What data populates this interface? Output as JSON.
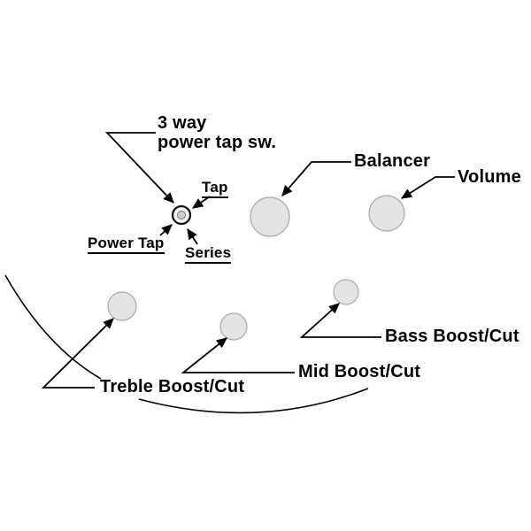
{
  "switch": {
    "title_line1": "3 way",
    "title_line2": "power tap sw.",
    "positions": {
      "tap": "Tap",
      "power_tap": "Power Tap",
      "series": "Series"
    }
  },
  "knobs": {
    "balancer": "Balancer",
    "volume": "Volume",
    "treble": "Treble Boost/Cut",
    "mid": "Mid Boost/Cut",
    "bass": "Bass Boost/Cut"
  },
  "colors": {
    "line": "#000000",
    "knob_fill": "#e4e4e4",
    "knob_stroke": "#a8a8a8",
    "bg": "#ffffff"
  }
}
